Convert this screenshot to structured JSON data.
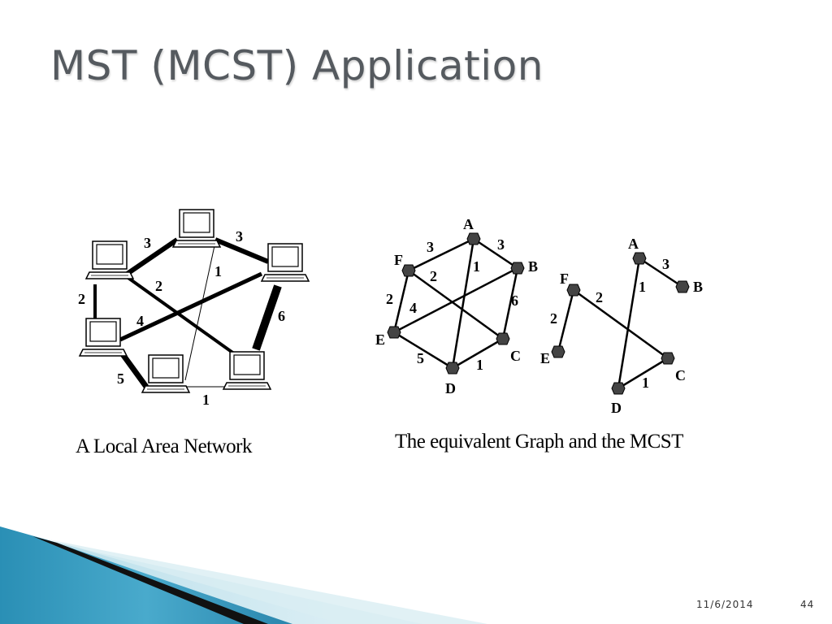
{
  "slide": {
    "title": "MST (MCST) Application",
    "date": "11/6/2014",
    "page_number": "44"
  },
  "lan": {
    "caption": "A Local Area Network",
    "edge_weights": [
      "3",
      "3",
      "1",
      "2",
      "2",
      "4",
      "6",
      "5",
      "1"
    ]
  },
  "graph": {
    "caption": "The equivalent Graph and the MCST",
    "nodes": [
      "A",
      "B",
      "C",
      "D",
      "E",
      "F"
    ],
    "edges": [
      {
        "from": "F",
        "to": "A",
        "weight": "3"
      },
      {
        "from": "A",
        "to": "B",
        "weight": "3"
      },
      {
        "from": "A",
        "to": "D",
        "weight": "1"
      },
      {
        "from": "F",
        "to": "C",
        "weight": "2"
      },
      {
        "from": "F",
        "to": "E",
        "weight": "2"
      },
      {
        "from": "E",
        "to": "B",
        "weight": "4"
      },
      {
        "from": "B",
        "to": "C",
        "weight": "6"
      },
      {
        "from": "E",
        "to": "D",
        "weight": "5"
      },
      {
        "from": "D",
        "to": "C",
        "weight": "1"
      }
    ]
  },
  "mcst": {
    "nodes": [
      "A",
      "B",
      "C",
      "D",
      "E",
      "F"
    ],
    "edges": [
      {
        "from": "A",
        "to": "B",
        "weight": "3"
      },
      {
        "from": "A",
        "to": "D",
        "weight": "1"
      },
      {
        "from": "F",
        "to": "C",
        "weight": "2"
      },
      {
        "from": "F",
        "to": "E",
        "weight": "2"
      },
      {
        "from": "D",
        "to": "C",
        "weight": "1"
      }
    ]
  }
}
